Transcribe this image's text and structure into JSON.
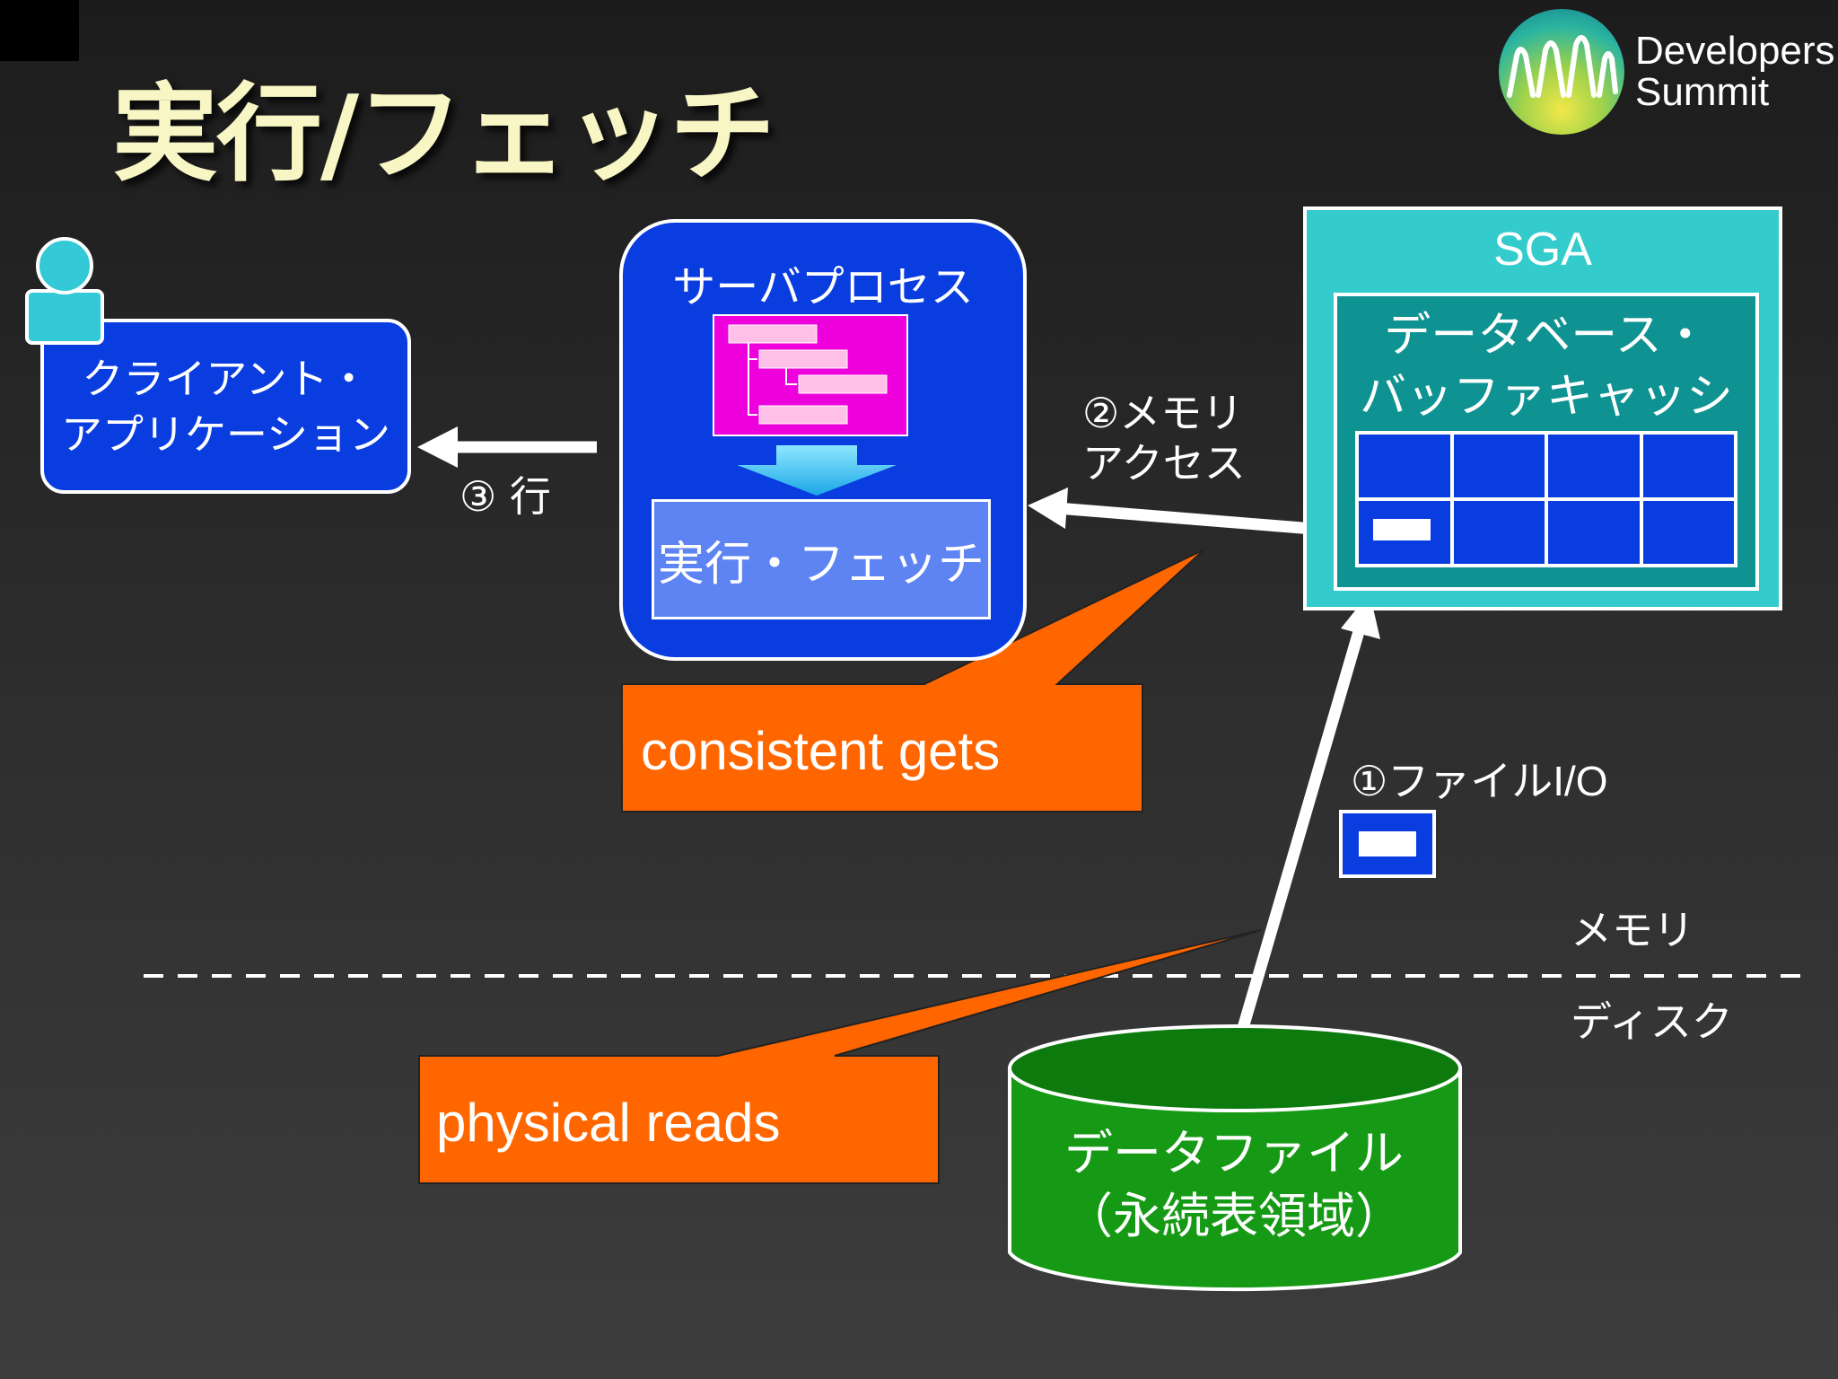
{
  "slide": {
    "title": "実行/フェッチ",
    "logo": {
      "line1": "Developers",
      "line2": "Summit"
    }
  },
  "client": {
    "line1": "クライアント・",
    "line2": "アプリケーション",
    "icon": "user-icon"
  },
  "server_process": {
    "label": "サーバプロセス",
    "exec_label": "実行・フェッチ",
    "plan_icon": "execution-plan-icon"
  },
  "sga": {
    "label": "SGA",
    "cache_line1": "データベース・",
    "cache_line2": "バッファキャッシュ"
  },
  "arrows": {
    "memory_access_line1": "②メモリ",
    "memory_access_line2": "アクセス",
    "row": "③ 行",
    "file_io": "①ファイルI/O"
  },
  "divider": {
    "above": "メモリ",
    "below": "ディスク"
  },
  "callouts": {
    "consistent_gets": "consistent gets",
    "physical_reads": "physical reads"
  },
  "datafile": {
    "line1": "データファイル",
    "line2": "（永続表領域）"
  },
  "colors": {
    "title": "#f8f6c4",
    "box_blue": "#0a3de0",
    "exec_blue": "#5d84f2",
    "plan_magenta": "#ee00dd",
    "sga_cyan": "#33cbcb",
    "cache_teal": "#0e9292",
    "callout_orange": "#ff6600",
    "datafile_green": "#169a16"
  }
}
